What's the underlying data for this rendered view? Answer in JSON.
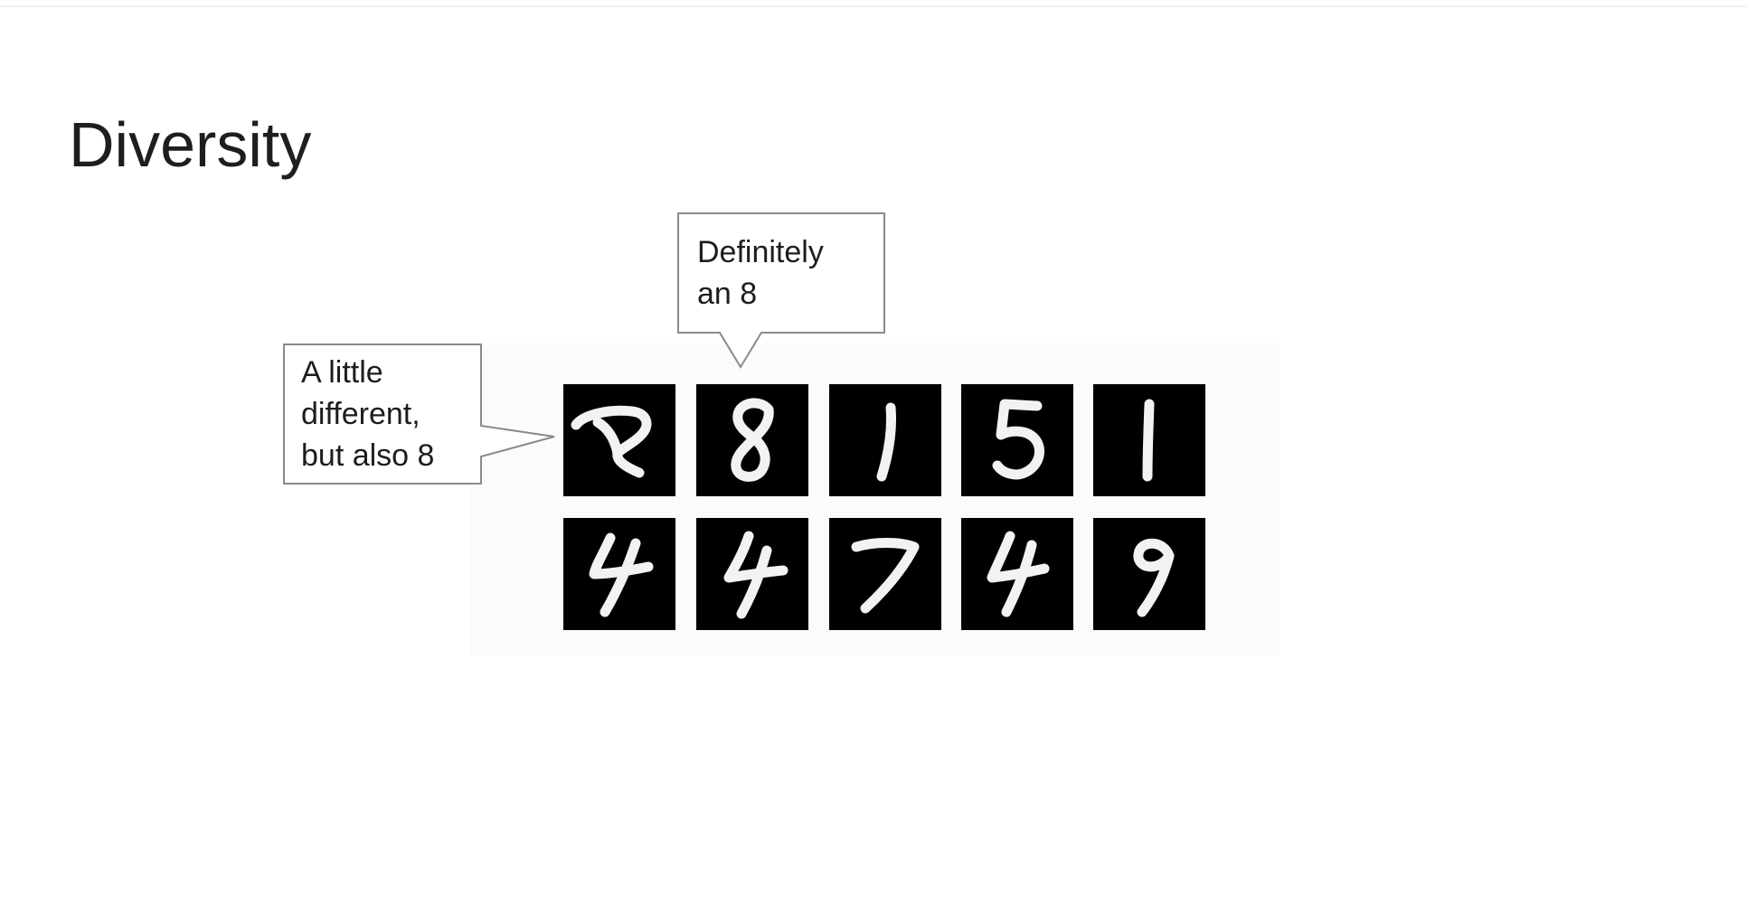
{
  "slide": {
    "title": "Diversity"
  },
  "callouts": {
    "top": {
      "text": "Definitely\nan 8"
    },
    "left": {
      "text": "A little\ndifferent,\nbut also 8"
    }
  },
  "digit_grid": {
    "rows": [
      [
        "8",
        "8",
        "1",
        "5",
        "1"
      ],
      [
        "4",
        "4",
        "7",
        "4",
        "9"
      ]
    ]
  },
  "colors": {
    "tile_background": "#000000",
    "stroke": "#f2f2f2",
    "callout_border": "#8a8a8a"
  }
}
